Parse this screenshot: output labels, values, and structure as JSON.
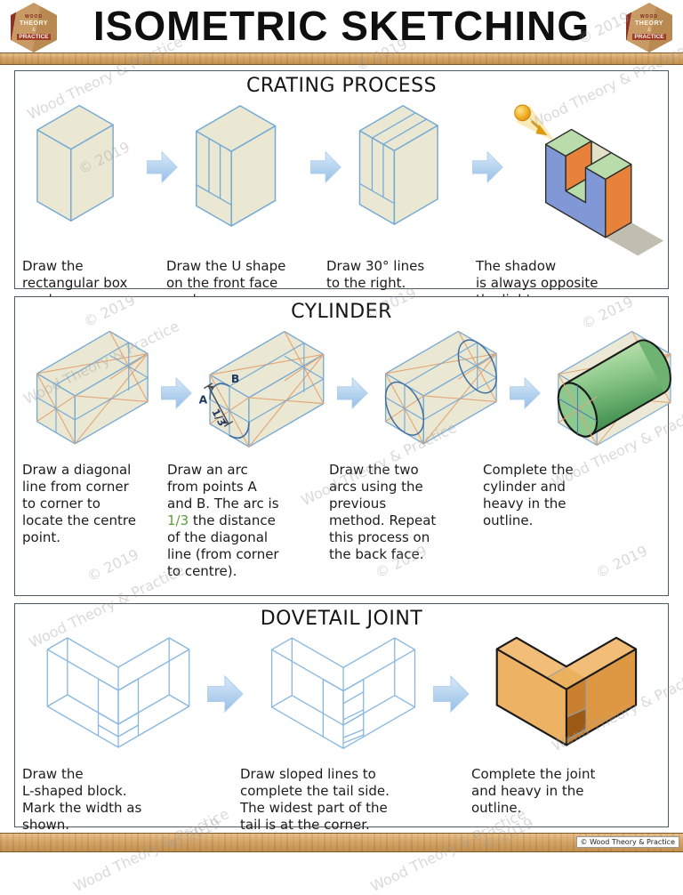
{
  "watermark": {
    "copyright": "© 2019",
    "brand": "Wood Theory & Practice"
  },
  "header": {
    "title": "ISOMETRIC SKETCHING",
    "logo_lines": [
      "WOOD",
      "THEORY",
      "&",
      "PRACTICE"
    ]
  },
  "sections": {
    "crating": {
      "title": "CRATING PROCESS",
      "captions": [
        "Draw the\nrectangular box\nas shown.",
        "Draw the U shape\non the front face\nas shown.",
        "Draw 30° lines\nto the right.",
        "The shadow\nis always opposite\nthe light."
      ]
    },
    "cylinder": {
      "title": "CYLINDER",
      "labels": {
        "a": "A",
        "b": "B",
        "dim": "1/3"
      },
      "captions": [
        "Draw a diagonal\nline from corner\nto corner to\nlocate the centre\npoint.",
        "Draw the two\narcs using the\nprevious\nmethod. Repeat\nthis process on\nthe back face.",
        "Complete the\ncylinder and\nheavy in the\noutline."
      ],
      "caption2": {
        "pre": "Draw an arc\nfrom points A\nand B. The arc is\n",
        "frac": "1/3",
        "post": " the distance\nof the diagonal\nline (from corner\nto centre)."
      }
    },
    "dovetail": {
      "title": "DOVETAIL JOINT",
      "captions": [
        "Draw the\nL-shaped block.\nMark the width as\nshown.",
        "Draw sloped lines to\ncomplete the tail side.\nThe widest part of the\ntail is at the corner.",
        "Complete the joint\nand heavy in the\noutline."
      ]
    }
  },
  "footer": {
    "copyright": "© Wood Theory & Practice"
  },
  "colors": {
    "construction_fill": "#eae8d3",
    "construction_edge": "#74a9d4",
    "diagonal_orange": "#e2a678",
    "block_blue": "#8099d6",
    "block_orange": "#e8823a",
    "block_green": "#b9dcab",
    "cylinder_green": "#4e9a58",
    "wood_light": "#f0ba72",
    "wood_mid": "#e8a455",
    "wood_dark": "#9c5a16",
    "fraction_green": "#5d9e35"
  }
}
